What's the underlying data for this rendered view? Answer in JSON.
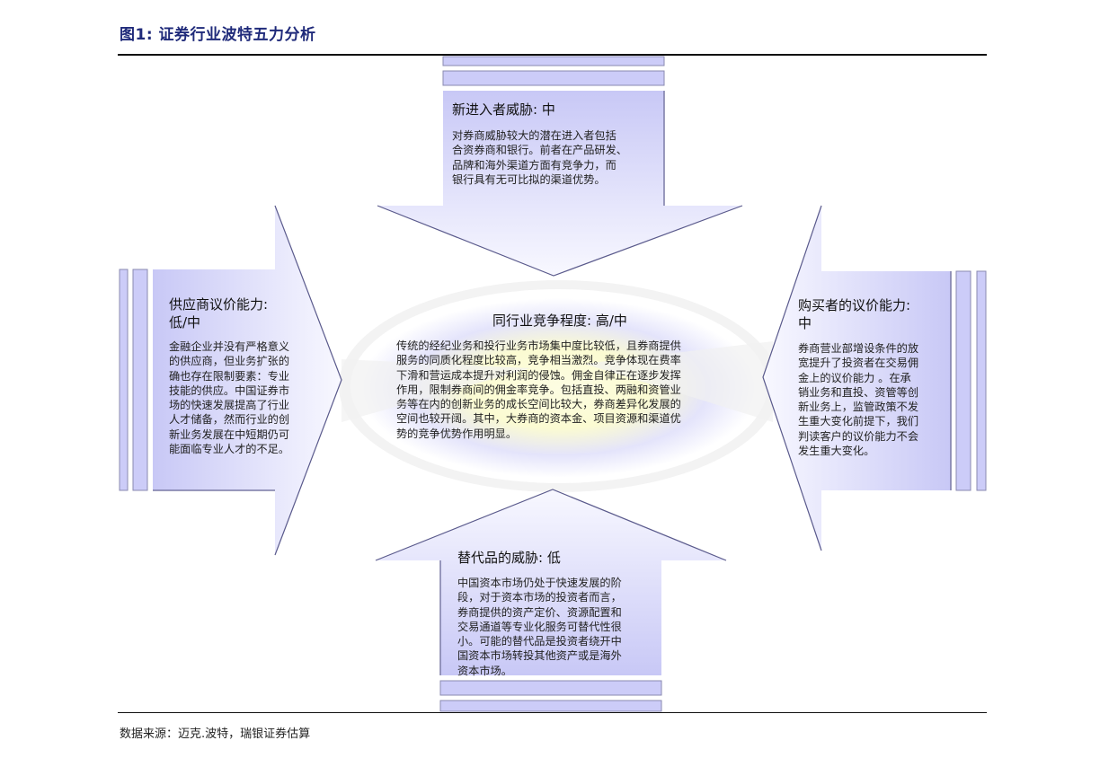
{
  "figure": {
    "title": "图1: 证券行业波特五力分析",
    "source": "数据来源：迈克.波特，瑞银证券估算"
  },
  "forces": {
    "new_entrants": {
      "heading": "新进入者威胁: 中",
      "body": "对券商威胁较大的潜在进入者包括合资券商和银行。前者在产品研发、品牌和海外渠道方面有竞争力，而银行具有无可比拟的渠道优势。",
      "lines": [
        "对券商威胁较大的潜在进入者包括",
        "合资券商和银行。前者在产品研发、",
        "品牌和海外渠道方面有竞争力，而",
        "银行具有无可比拟的渠道优势。"
      ]
    },
    "suppliers": {
      "heading_line1": "供应商议价能力:",
      "heading_line2": "低/中",
      "lines": [
        "金融企业并没有严格意义",
        "的供应商，但业务扩张的",
        "确也存在限制要素：专业",
        "技能的供应。中国证券市",
        "场的快速发展提高了行业",
        "人才储备，然而行业的创",
        "新业务发展在中短期仍可",
        "能面临专业人才的不足。"
      ]
    },
    "rivalry": {
      "heading": "同行业竞争程度: 高/中",
      "lines": [
        "传统的经纪业务和投行业务市场集中度比较低，且券商提供",
        "服务的同质化程度比较高，竞争相当激烈。竞争体现在费率",
        "下滑和营运成本提升对利润的侵蚀。佣金自律正在逐步发挥",
        "作用，限制券商间的佣金率竞争。包括直投、两融和资管业",
        "务等在内的创新业务的成长空间比较大，券商差异化发展的",
        "空间也较开阔。其中，大券商的资本金、项目资源和渠道优",
        "势的竞争优势作用明显。"
      ]
    },
    "buyers": {
      "heading_line1": "购买者的议价能力:",
      "heading_line2": "中",
      "lines": [
        "券商营业部增设条件的放",
        "宽提升了投资者在交易佣",
        "金上的议价能力 。在承",
        "销业务和直投、资管等创",
        "新业务上，监管政策不发",
        "生重大变化前提下，我们",
        "判读客户的议价能力不会",
        "发生重大变化。"
      ]
    },
    "substitutes": {
      "heading": "替代品的威胁: 低",
      "lines": [
        "中国资本市场仍处于快速发展的阶",
        "段，对于资本市场的投资者而言，",
        "券商提供的资产定价、资源配置和",
        "交易通道等专业化服务可替代性很",
        "小。可能的替代品是投资者绕开中",
        "国资本市场转投其他资产或是海外",
        "资本市场。"
      ]
    }
  },
  "colors": {
    "title": "#1f2a7a",
    "arrow_fill_dark": "#c9c9f7",
    "arrow_fill_light": "#f7f7ff",
    "arrow_edge": "#5a5a8c",
    "ellipse_yellow": "#fbfbd0"
  }
}
